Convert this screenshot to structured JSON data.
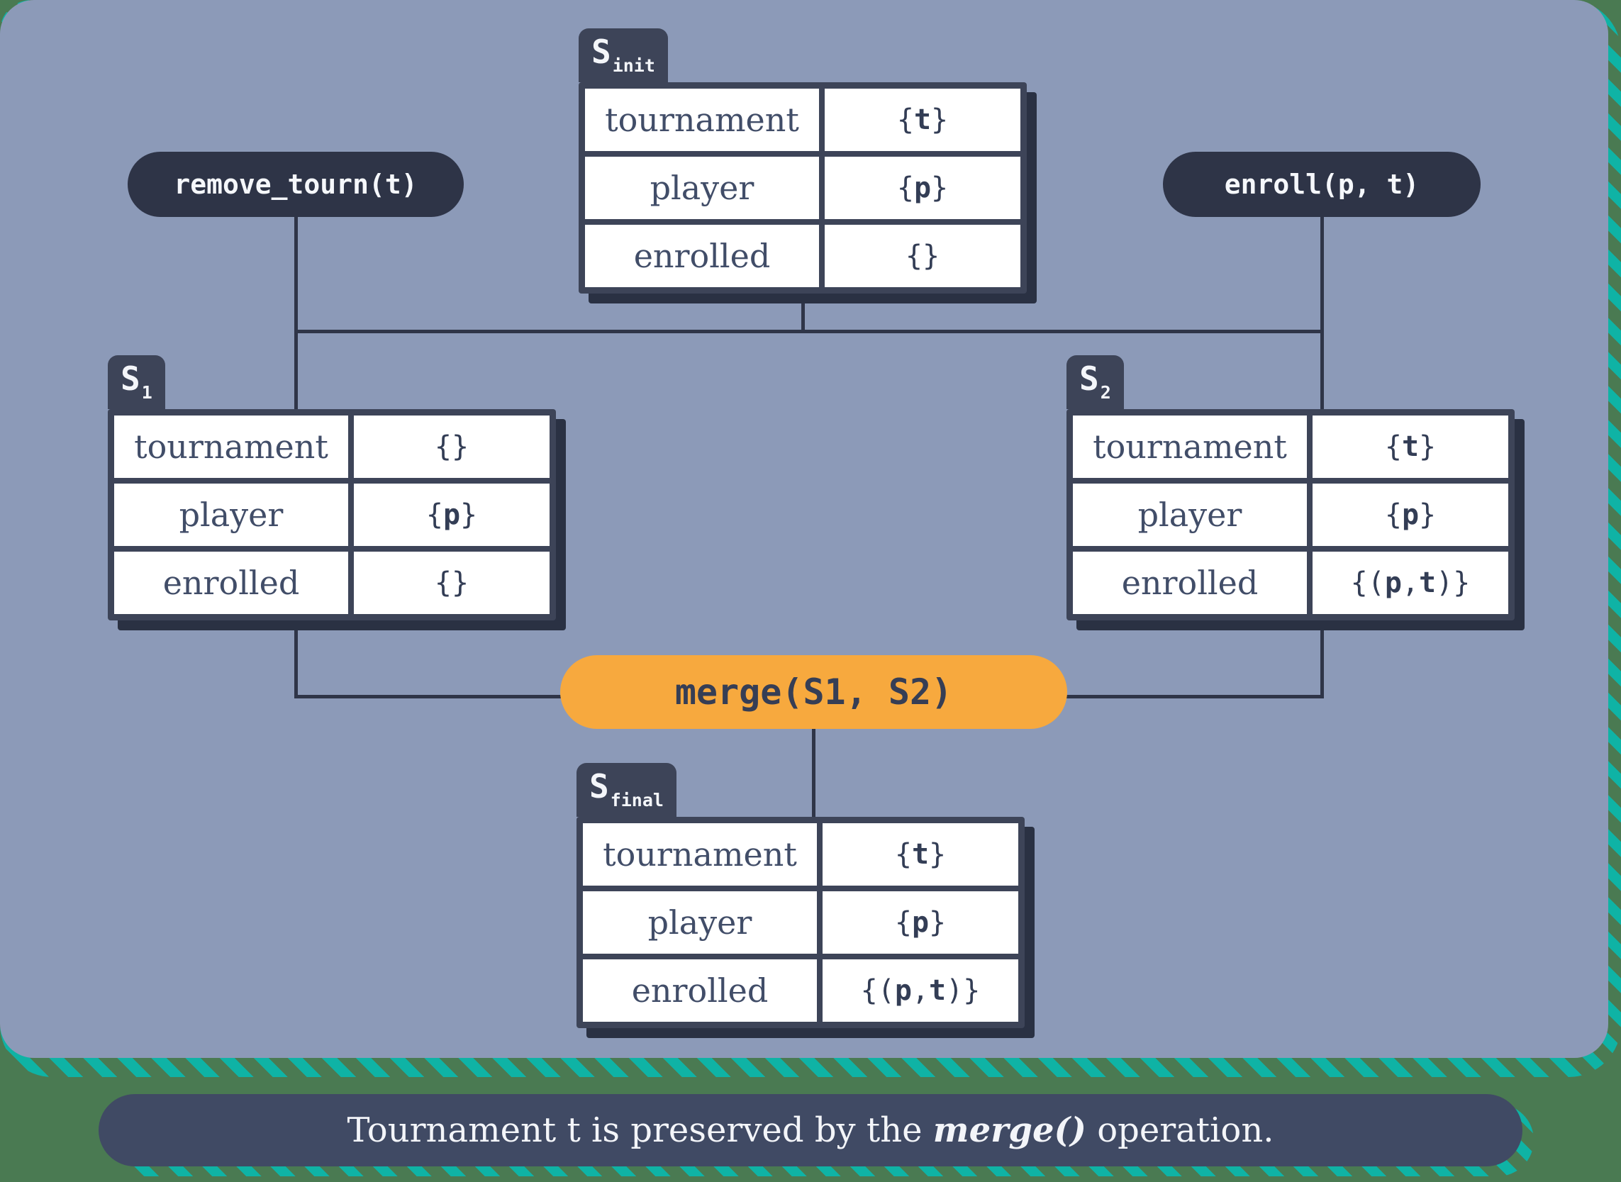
{
  "palette": {
    "page_green": "#4a7a52",
    "stripe_teal": "#0fb3a5",
    "panel_blue": "#8c9ab8",
    "pill_navy": "#2e3447",
    "table_navy": "#3d4458",
    "caption_navy": "#404a64",
    "shadow_navy": "#2a3143",
    "cell_white": "#ffffff",
    "label_text": "#414d68",
    "value_text": "#333d55",
    "merge_orange": "#f7a93e"
  },
  "pills": {
    "remove_label": "remove_tourn(t)",
    "enroll_label": "enroll(p, t)",
    "merge_label": "merge(S1, S2)"
  },
  "tables": {
    "s_init": {
      "tab_main": "S",
      "tab_sub": "init",
      "rows": [
        {
          "label": "tournament",
          "value": "{t}"
        },
        {
          "label": "player",
          "value": "{p}"
        },
        {
          "label": "enrolled",
          "value": "{}"
        }
      ]
    },
    "s1": {
      "tab_main": "S",
      "tab_sub": "1",
      "rows": [
        {
          "label": "tournament",
          "value": "{}"
        },
        {
          "label": "player",
          "value": "{p}"
        },
        {
          "label": "enrolled",
          "value": "{}"
        }
      ]
    },
    "s2": {
      "tab_main": "S",
      "tab_sub": "2",
      "rows": [
        {
          "label": "tournament",
          "value": "{t}"
        },
        {
          "label": "player",
          "value": "{p}"
        },
        {
          "label": "enrolled",
          "value": "{(p, t)}"
        }
      ]
    },
    "s_final": {
      "tab_main": "S",
      "tab_sub": "final",
      "rows": [
        {
          "label": "tournament",
          "value": "{t}"
        },
        {
          "label": "player",
          "value": "{p}"
        },
        {
          "label": "enrolled",
          "value": "{(p, t)}"
        }
      ]
    }
  },
  "caption": {
    "prefix": "Tournament t is preserved by the ",
    "highlight": "merge()",
    "suffix": " operation."
  }
}
